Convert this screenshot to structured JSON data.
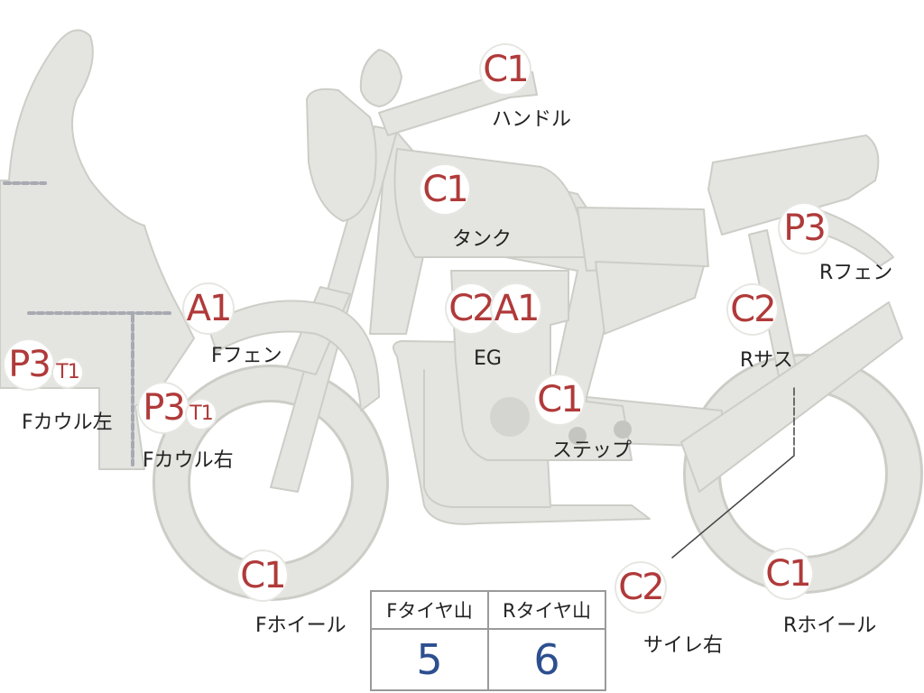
{
  "colors": {
    "body": "#e4e4e0",
    "outline": "#cdcdc8",
    "code": "#b03a3a",
    "value": "#2d4f8f"
  },
  "parts": [
    {
      "id": "handle",
      "codes": [
        "C1"
      ],
      "label": "ハンドル"
    },
    {
      "id": "tank",
      "codes": [
        "C1"
      ],
      "label": "タンク"
    },
    {
      "id": "r-fender",
      "codes": [
        "P3"
      ],
      "label": "Rフェン"
    },
    {
      "id": "f-fender",
      "codes": [
        "A1"
      ],
      "label": "Fフェン"
    },
    {
      "id": "engine",
      "codes": [
        "C2",
        "A1"
      ],
      "label": "EG"
    },
    {
      "id": "r-sus",
      "codes": [
        "C2"
      ],
      "label": "Rサス"
    },
    {
      "id": "f-cowl-left",
      "codes": [
        "P3",
        "T1"
      ],
      "label": "Fカウル左"
    },
    {
      "id": "f-cowl-right",
      "codes": [
        "P3",
        "T1"
      ],
      "label": "Fカウル右"
    },
    {
      "id": "step",
      "codes": [
        "C1"
      ],
      "label": "ステップ"
    },
    {
      "id": "f-wheel",
      "codes": [
        "C1"
      ],
      "label": "Fホイール"
    },
    {
      "id": "muffler-right",
      "codes": [
        "C2"
      ],
      "label": "サイレ右"
    },
    {
      "id": "r-wheel",
      "codes": [
        "C1"
      ],
      "label": "Rホイール"
    }
  ],
  "tire_table": {
    "headers": [
      "Fタイヤ山",
      "Rタイヤ山"
    ],
    "values": [
      "5",
      "6"
    ]
  }
}
